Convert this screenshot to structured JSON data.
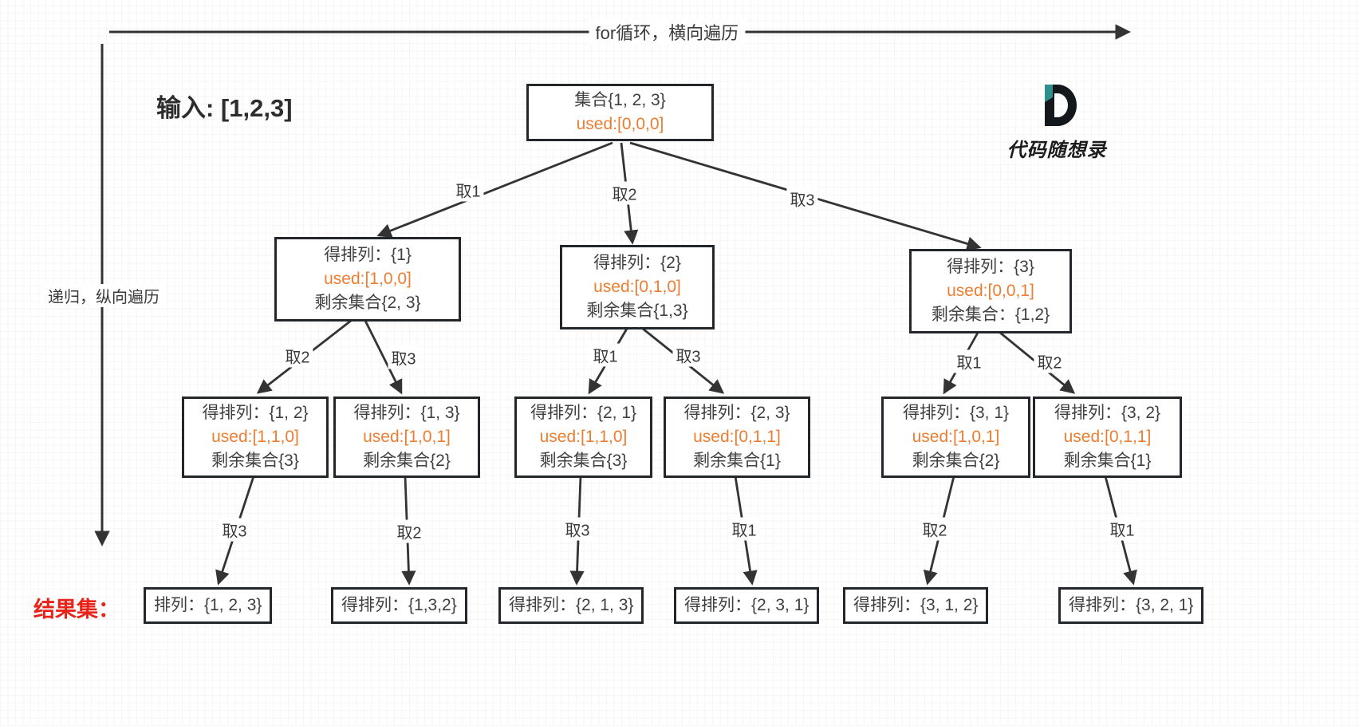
{
  "header": {
    "top_arrow_label": "for循环，横向遍历",
    "left_arrow_label": "递归，纵向遍历",
    "input_label": "输入: [1,2,3]",
    "result_label": "结果集："
  },
  "logo": {
    "letter": "D",
    "text": "代码随想录"
  },
  "colors": {
    "accent_orange": "#ED7D31",
    "result_red": "#E8231A",
    "line_ink": "#333333",
    "box_border": "#23272C"
  },
  "root": {
    "set": "集合{1, 2, 3}",
    "used": "used:[0,0,0]"
  },
  "level2": [
    {
      "perm": "得排列：{1}",
      "used": "used:[1,0,0]",
      "remain": "剩余集合{2, 3}"
    },
    {
      "perm": "得排列：{2}",
      "used": "used:[0,1,0]",
      "remain": "剩余集合{1,3}"
    },
    {
      "perm": "得排列：{3}",
      "used": "used:[0,0,1]",
      "remain": "剩余集合：{1,2}"
    }
  ],
  "level3": [
    {
      "perm": "得排列：{1, 2}",
      "used": "used:[1,1,0]",
      "remain": "剩余集合{3}"
    },
    {
      "perm": "得排列：{1, 3}",
      "used": "used:[1,0,1]",
      "remain": "剩余集合{2}"
    },
    {
      "perm": "得排列：{2, 1}",
      "used": "used:[1,1,0]",
      "remain": "剩余集合{3}"
    },
    {
      "perm": "得排列：{2, 3}",
      "used": "used:[0,1,1]",
      "remain": "剩余集合{1}"
    },
    {
      "perm": "得排列：{3, 1}",
      "used": "used:[1,0,1]",
      "remain": "剩余集合{2}"
    },
    {
      "perm": "得排列：{3, 2}",
      "used": "used:[0,1,1]",
      "remain": "剩余集合{1}"
    }
  ],
  "results": [
    "排列：{1, 2, 3}",
    "得排列：{1,3,2}",
    "得排列：{2, 1, 3}",
    "得排列：{2, 3, 1}",
    "得排列：{3, 1, 2}",
    "得排列：{3, 2, 1}"
  ],
  "edges": {
    "level1": [
      "取1",
      "取2",
      "取3"
    ],
    "level2": [
      "取2",
      "取3",
      "取1",
      "取3",
      "取1",
      "取2"
    ],
    "level3": [
      "取3",
      "取2",
      "取3",
      "取1",
      "取2",
      "取1"
    ]
  }
}
